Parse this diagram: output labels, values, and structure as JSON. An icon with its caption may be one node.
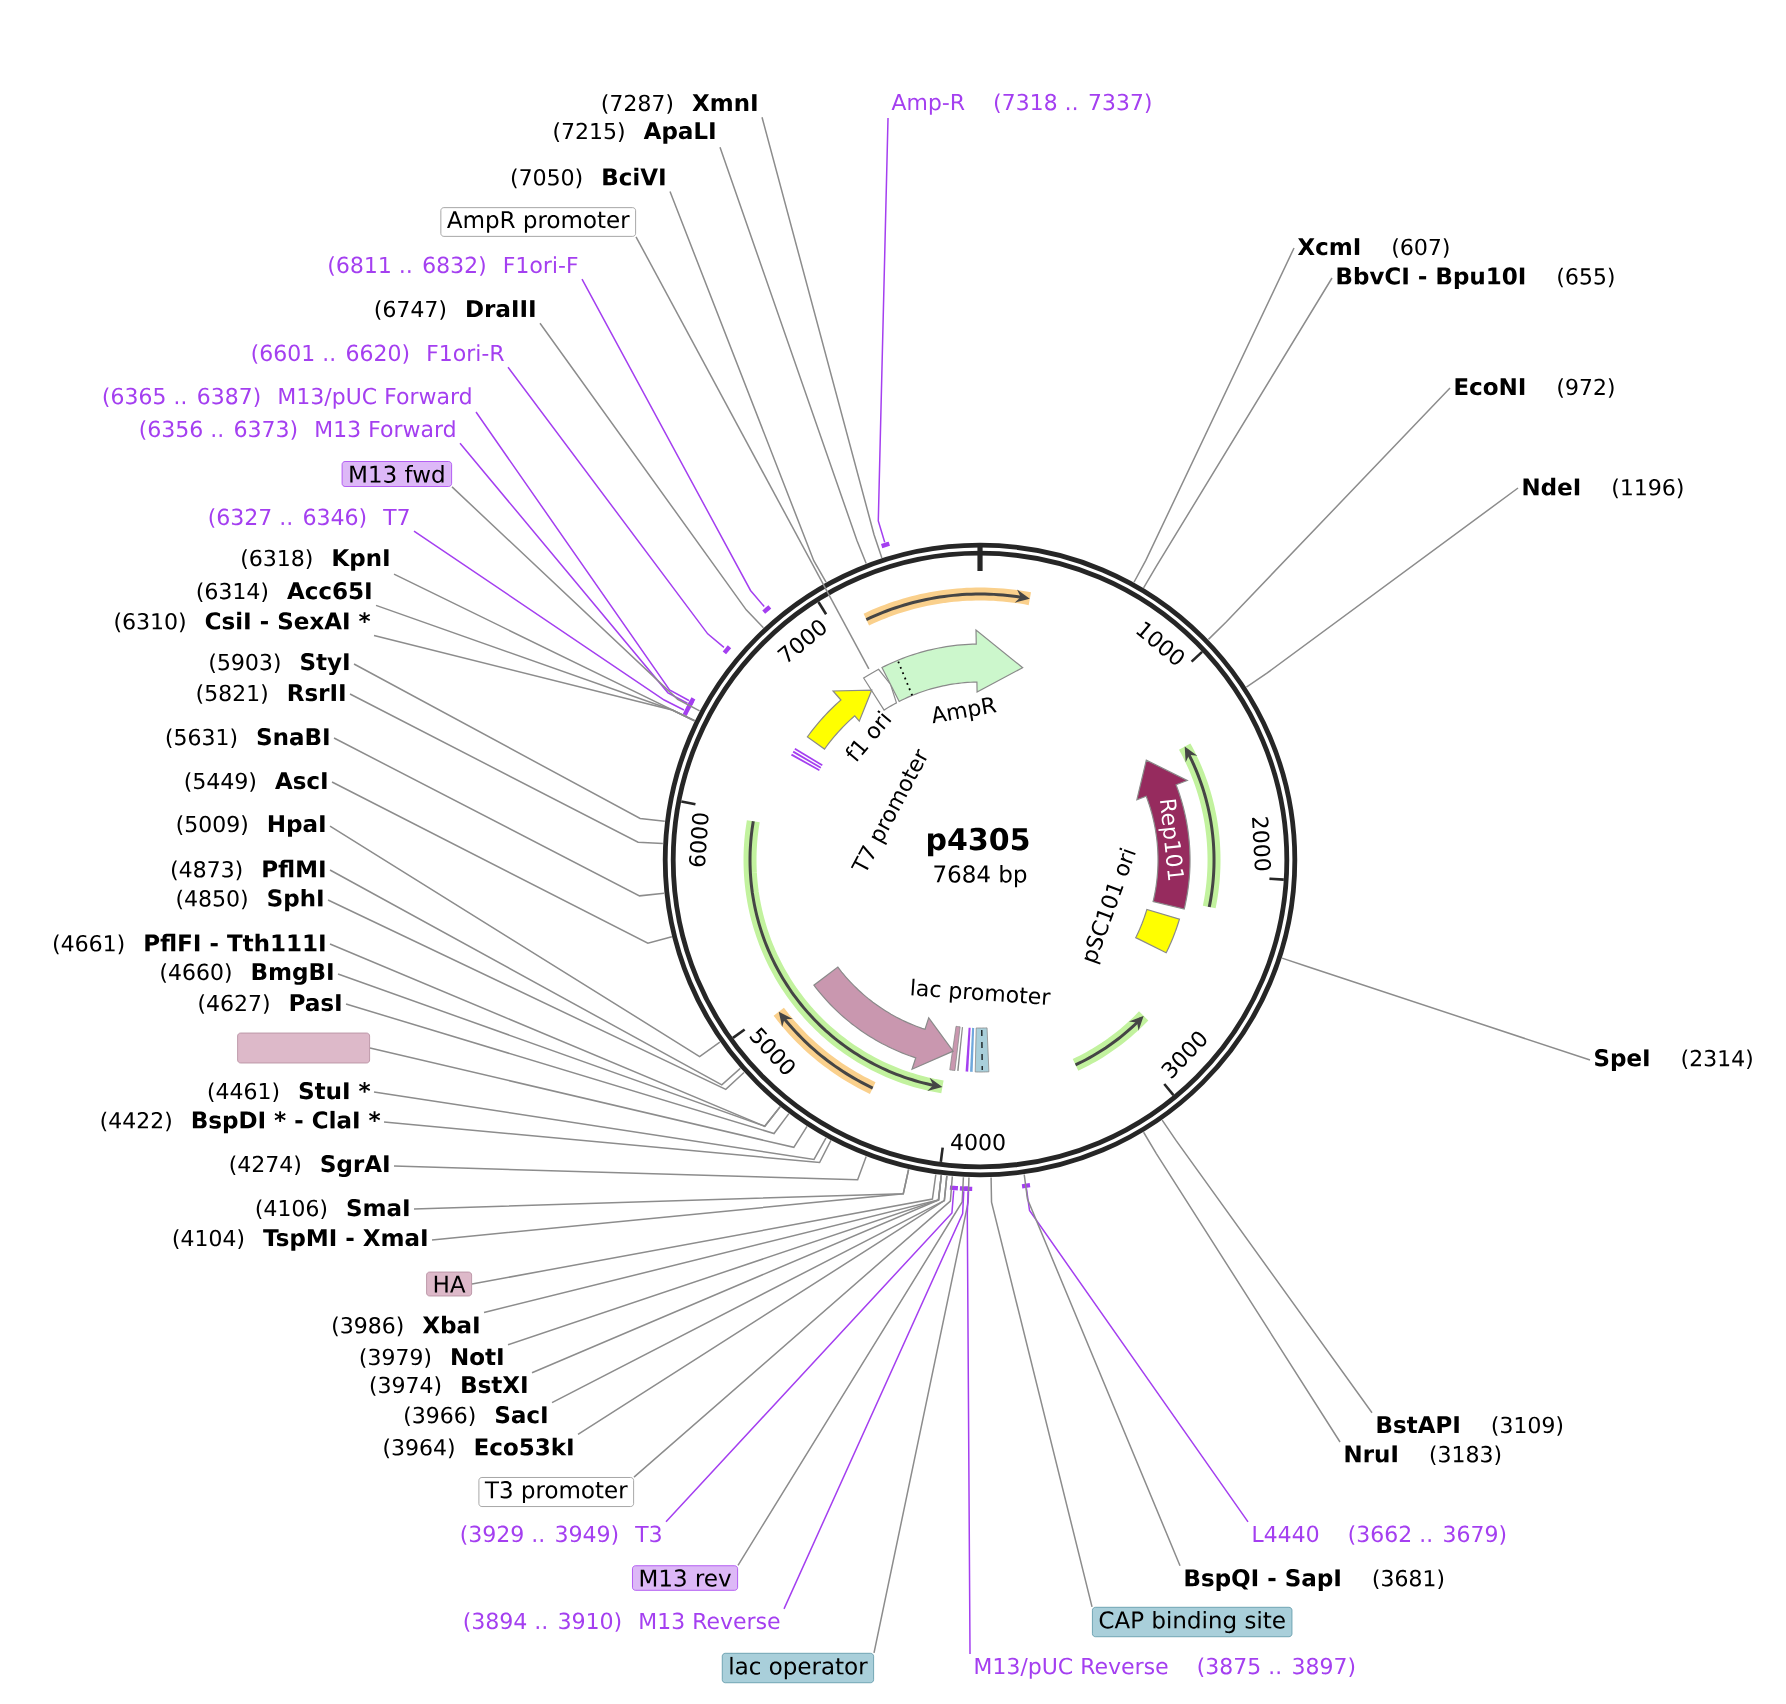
{
  "diagram": {
    "nodes": [
      {
        "text": [
          "p4305",
          "7684 bp"
        ]
      },
      {
        "text": [],
        "shape": "arrow",
        "in": 0
      },
      {
        "text": [
          "AmpR"
        ],
        "in": 0
      },
      {
        "text": [
          "f1 ori"
        ],
        "in": 0
      },
      {
        "text": [
          "T7 promoter"
        ],
        "in": 0
      },
      {
        "text": [
          "Rep101"
        ],
        "in": 0
      },
      {
        "text": [
          "pSC101 ori"
        ],
        "in": 0
      },
      {
        "text": [
          "lac promoter"
        ],
        "in": 0
      },
      {
        "text": [],
        "shape": "arrow",
        "in": 0
      },
      {
        "text": [
          "(7287)",
          "XmnI"
        ]
      },
      {
        "text": [
          "(7215)",
          "ApaLI"
        ]
      },
      {
        "text": [
          "(7050)",
          "BciVI"
        ]
      },
      {
        "text": [
          "AmpR promoter"
        ]
      },
      {
        "text": [
          "(6811 .. 6832)",
          "F1ori-F"
        ]
      },
      {
        "text": [
          "(6747)",
          "DraIII"
        ]
      },
      {
        "text": [
          "(6601 .. 6620)",
          "F1ori-R"
        ]
      },
      {
        "text": [
          "(6365 .. 6387)",
          "M13/pUC Forward"
        ]
      },
      {
        "text": [
          "(6356 .. 6373)",
          "M13 Forward"
        ]
      },
      {
        "text": [
          "M13 fwd"
        ]
      },
      {
        "text": [
          "(6327 .. 6346)",
          "T7"
        ]
      },
      {
        "text": [
          "(6318)",
          "KpnI"
        ]
      },
      {
        "text": [
          "(6314)",
          "Acc65I"
        ]
      },
      {
        "text": [
          "(6310)",
          "CsiI - SexAI *"
        ]
      },
      {
        "text": [
          "(5903)",
          "StyI"
        ]
      },
      {
        "text": [
          "(5821)",
          "RsrII"
        ]
      },
      {
        "text": [
          "(5631)",
          "SnaBI"
        ]
      },
      {
        "text": [
          "(5449)",
          "AscI"
        ]
      },
      {
        "text": [
          "(5009)",
          "HpaI"
        ]
      },
      {
        "text": [
          "(4873)",
          "PflMI"
        ]
      },
      {
        "text": [
          "(4850)",
          "SphI"
        ]
      },
      {
        "text": [
          "(4661)",
          "PflFI - Tth111I"
        ]
      },
      {
        "text": [
          "(4660)",
          "BmgBI"
        ]
      },
      {
        "text": [
          "(4627)",
          "PasI"
        ]
      },
      {
        "text": [],
        "shape": "box"
      },
      {
        "text": [
          "(4461)",
          "StuI *"
        ]
      },
      {
        "text": [
          "(4422)",
          "BspDI * - ClaI *"
        ]
      },
      {
        "text": [
          "(4274)",
          "SgrAI"
        ]
      },
      {
        "text": [
          "(4106)",
          "SmaI"
        ]
      },
      {
        "text": [
          "(4104)",
          "TspMI - XmaI"
        ]
      },
      {
        "text": [
          "HA"
        ]
      },
      {
        "text": [
          "(3986)",
          "XbaI"
        ]
      },
      {
        "text": [
          "(3979)",
          "NotI"
        ]
      },
      {
        "text": [
          "(3974)",
          "BstXI"
        ]
      },
      {
        "text": [
          "(3966)",
          "SacI"
        ]
      },
      {
        "text": [
          "(3964)",
          "Eco53kI"
        ]
      },
      {
        "text": [
          "T3 promoter"
        ]
      },
      {
        "text": [
          "(3929 .. 3949)",
          "T3"
        ]
      },
      {
        "text": [
          "M13 rev"
        ]
      },
      {
        "text": [
          "(3894 .. 3910)",
          "M13 Reverse"
        ]
      },
      {
        "text": [
          "lac operator"
        ]
      },
      {
        "text": [
          "Amp-R",
          "(7318 .. 7337)"
        ]
      },
      {
        "text": [
          "XcmI",
          "(607)"
        ]
      },
      {
        "text": [
          "BbvCI - Bpu10I",
          "(655)"
        ]
      },
      {
        "text": [
          "EcoNI",
          "(972)"
        ]
      },
      {
        "text": [
          "NdeI",
          "(1196)"
        ]
      },
      {
        "text": [
          "SpeI",
          "(2314)"
        ]
      },
      {
        "text": [
          "BstAPI",
          "(3109)"
        ]
      },
      {
        "text": [
          "NruI",
          "(3183)"
        ]
      },
      {
        "text": [
          "L4440",
          "(3662 .. 3679)"
        ]
      },
      {
        "text": [
          "BspQI - SapI",
          "(3681)"
        ]
      },
      {
        "text": [
          "CAP binding site"
        ]
      },
      {
        "text": [
          "M13/pUC Reverse",
          "(3875 .. 3897)"
        ]
      },
      {
        "text": [],
        "shape": "bar"
      },
      {
        "text": [],
        "shape": "bar"
      },
      {
        "text": [],
        "shape": "bar"
      },
      {
        "text": [],
        "shape": "bar"
      },
      {
        "text": [],
        "shape": "bar"
      },
      {
        "text": [],
        "shape": "bar"
      },
      {
        "text": [],
        "shape": "bar"
      },
      {
        "text": [],
        "shape": "bar"
      },
      {
        "text": [],
        "shape": "bar"
      },
      {
        "text": [],
        "shape": "bar"
      }
    ],
    "edges": [
      {
        "from": 9,
        "to": 0,
        "arrow": "none"
      },
      {
        "from": 10,
        "to": 0,
        "arrow": "none"
      },
      {
        "from": 11,
        "to": 0,
        "arrow": "none"
      },
      {
        "from": 12,
        "to": 1,
        "arrow": "none"
      },
      {
        "from": 13,
        "to": 63,
        "arrow": "none",
        "color": "#a43ff0"
      },
      {
        "from": 14,
        "to": 0,
        "arrow": "none"
      },
      {
        "from": 15,
        "to": 64,
        "arrow": "none",
        "color": "#a43ff0"
      },
      {
        "from": 16,
        "to": 65,
        "arrow": "none",
        "color": "#a43ff0"
      },
      {
        "from": 17,
        "to": 66,
        "arrow": "none",
        "color": "#a43ff0"
      },
      {
        "from": 18,
        "to": 0,
        "arrow": "none"
      },
      {
        "from": 19,
        "to": 67,
        "arrow": "none",
        "color": "#a43ff0"
      },
      {
        "from": 20,
        "to": 0,
        "arrow": "none"
      },
      {
        "from": 21,
        "to": 0,
        "arrow": "none"
      },
      {
        "from": 22,
        "to": 0,
        "arrow": "none"
      },
      {
        "from": 23,
        "to": 0,
        "arrow": "none"
      },
      {
        "from": 24,
        "to": 0,
        "arrow": "none"
      },
      {
        "from": 25,
        "to": 0,
        "arrow": "none"
      },
      {
        "from": 26,
        "to": 0,
        "arrow": "none"
      },
      {
        "from": 27,
        "to": 0,
        "arrow": "none"
      },
      {
        "from": 28,
        "to": 0,
        "arrow": "none"
      },
      {
        "from": 29,
        "to": 0,
        "arrow": "none"
      },
      {
        "from": 30,
        "to": 0,
        "arrow": "none"
      },
      {
        "from": 31,
        "to": 0,
        "arrow": "none"
      },
      {
        "from": 32,
        "to": 0,
        "arrow": "none"
      },
      {
        "from": 33,
        "to": 0,
        "arrow": "none"
      },
      {
        "from": 34,
        "to": 0,
        "arrow": "none"
      },
      {
        "from": 35,
        "to": 0,
        "arrow": "none"
      },
      {
        "from": 36,
        "to": 0,
        "arrow": "none"
      },
      {
        "from": 37,
        "to": 0,
        "arrow": "none"
      },
      {
        "from": 38,
        "to": 0,
        "arrow": "none"
      },
      {
        "from": 39,
        "to": 0,
        "arrow": "none"
      },
      {
        "from": 40,
        "to": 0,
        "arrow": "none"
      },
      {
        "from": 41,
        "to": 0,
        "arrow": "none"
      },
      {
        "from": 42,
        "to": 0,
        "arrow": "none"
      },
      {
        "from": 43,
        "to": 0,
        "arrow": "none"
      },
      {
        "from": 44,
        "to": 0,
        "arrow": "none"
      },
      {
        "from": 45,
        "to": 0,
        "arrow": "none"
      },
      {
        "from": 46,
        "to": 68,
        "arrow": "none",
        "color": "#a43ff0"
      },
      {
        "from": 47,
        "to": 0,
        "arrow": "none"
      },
      {
        "from": 48,
        "to": 69,
        "arrow": "none",
        "color": "#a43ff0"
      },
      {
        "from": 49,
        "to": 0,
        "arrow": "none"
      },
      {
        "from": 50,
        "to": 62,
        "arrow": "none",
        "color": "#a43ff0"
      },
      {
        "from": 51,
        "to": 0,
        "arrow": "none"
      },
      {
        "from": 52,
        "to": 0,
        "arrow": "none"
      },
      {
        "from": 53,
        "to": 0,
        "arrow": "none"
      },
      {
        "from": 54,
        "to": 0,
        "arrow": "none"
      },
      {
        "from": 55,
        "to": 0,
        "arrow": "none"
      },
      {
        "from": 56,
        "to": 0,
        "arrow": "none"
      },
      {
        "from": 57,
        "to": 0,
        "arrow": "none"
      },
      {
        "from": 58,
        "to": 71,
        "arrow": "none",
        "color": "#a43ff0"
      },
      {
        "from": 59,
        "to": 0,
        "arrow": "none"
      },
      {
        "from": 60,
        "to": 0,
        "arrow": "none"
      },
      {
        "from": 61,
        "to": 70,
        "arrow": "none",
        "color": "#a43ff0"
      }
    ],
    "labels": [
      "1000",
      "2000",
      "3000",
      "4000",
      "5000",
      "6000",
      "7000"
    ]
  }
}
